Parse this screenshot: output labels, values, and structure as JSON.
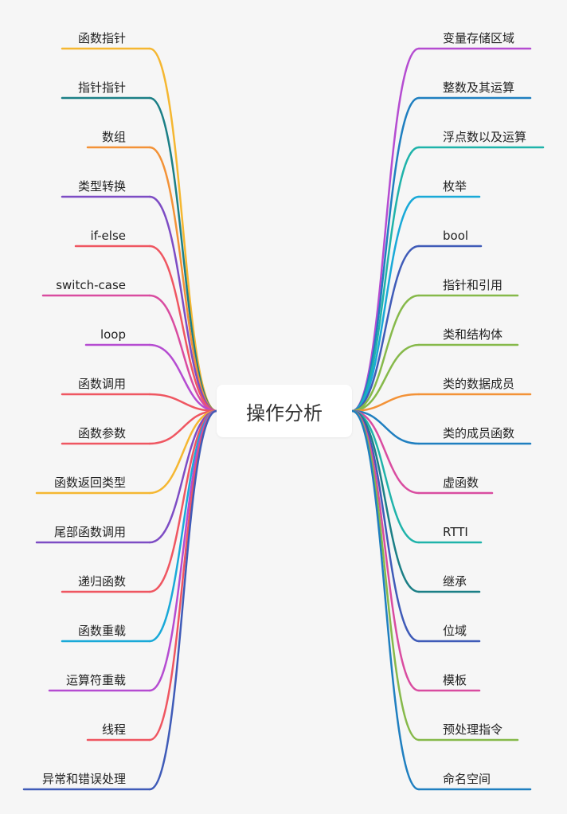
{
  "root": {
    "label": "操作分析"
  },
  "left_branches": [
    {
      "label": "函数指针",
      "color": "#f5b731"
    },
    {
      "label": "指针指针",
      "color": "#1b7f86"
    },
    {
      "label": "数组",
      "color": "#f39237"
    },
    {
      "label": "类型转换",
      "color": "#7d4cc4"
    },
    {
      "label": "if-else",
      "color": "#ef5661"
    },
    {
      "label": "switch-case",
      "color": "#d94ca0"
    },
    {
      "label": "loop",
      "color": "#b54cd1"
    },
    {
      "label": "函数调用",
      "color": "#ef5661"
    },
    {
      "label": "函数参数",
      "color": "#ef5661"
    },
    {
      "label": "函数返回类型",
      "color": "#f5b731"
    },
    {
      "label": "尾部函数调用",
      "color": "#7d4cc4"
    },
    {
      "label": "递归函数",
      "color": "#ef5661"
    },
    {
      "label": "函数重载",
      "color": "#19a9d8"
    },
    {
      "label": "运算符重载",
      "color": "#b54cd1"
    },
    {
      "label": "线程",
      "color": "#ef5661"
    },
    {
      "label": "异常和错误处理",
      "color": "#3f5bb8"
    }
  ],
  "right_branches": [
    {
      "label": "变量存储区域",
      "color": "#b54cd1"
    },
    {
      "label": "整数及其运算",
      "color": "#1f7fc0"
    },
    {
      "label": "浮点数以及运算",
      "color": "#1fb3aa"
    },
    {
      "label": "枚举",
      "color": "#19a9d8"
    },
    {
      "label": "bool",
      "color": "#3f5bb8"
    },
    {
      "label": "指针和引用",
      "color": "#86b94a"
    },
    {
      "label": "类和结构体",
      "color": "#86b94a"
    },
    {
      "label": "类的数据成员",
      "color": "#f39237"
    },
    {
      "label": "类的成员函数",
      "color": "#1f7fc0"
    },
    {
      "label": "虚函数",
      "color": "#d94ca0"
    },
    {
      "label": "RTTI",
      "color": "#1fb3aa"
    },
    {
      "label": "继承",
      "color": "#1b7f86"
    },
    {
      "label": "位域",
      "color": "#3f5bb8"
    },
    {
      "label": "模板",
      "color": "#d94ca0"
    },
    {
      "label": "预处理指令",
      "color": "#86b94a"
    },
    {
      "label": "命名空间",
      "color": "#1f7fc0"
    }
  ]
}
